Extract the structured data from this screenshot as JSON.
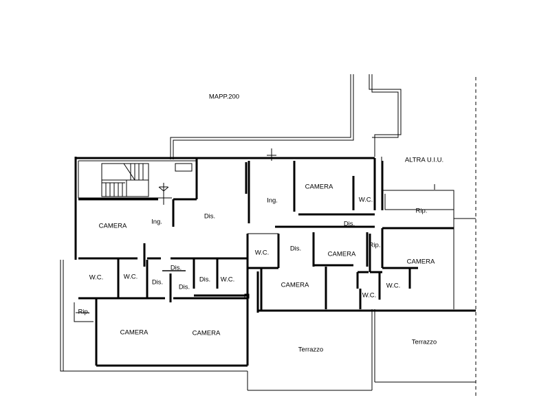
{
  "plan": {
    "labels": {
      "mapp": "MAPP.200",
      "altra_uiu": "ALTRA U.I.U.",
      "camera_top_mid": "CAMERA",
      "wc_top": "W.C.",
      "ing_center": "Ing.",
      "dis_upper": "Dis.",
      "rip_right": "Rip.",
      "camera_left": "CAMERA",
      "ing_left": "Ing.",
      "dis_center_right": "Dis.",
      "wc_mid": "W.C.",
      "dis_mid": "Dis.",
      "camera_mid": "CAMERA",
      "rip_mid": "Rip.",
      "camera_right": "CAMERA",
      "dis_small_1": "Dis.",
      "wc_left_1": "W.C.",
      "wc_left_2": "W.C.",
      "dis_small_2": "Dis.",
      "dis_small_3": "Dis.",
      "wc_center_left": "W.C.",
      "dis_small_4": "Dis.",
      "camera_lower_mid": "CAMERA",
      "wc_right_small": "W.C.",
      "wc_right_lower": "W.C.",
      "rip_left": "Rip.",
      "camera_bottom_left": "CAMERA",
      "camera_bottom_mid": "CAMERA",
      "terrazzo_left": "Terrazzo",
      "terrazzo_right": "Terrazzo"
    }
  }
}
